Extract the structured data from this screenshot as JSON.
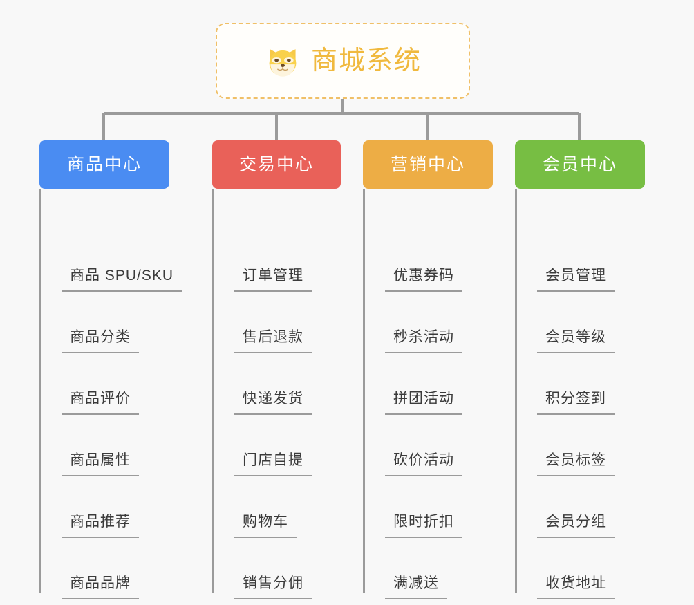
{
  "root": {
    "icon": "shiba-dog-face-icon",
    "title": "商城系统",
    "border_color": "#f0c068",
    "title_color": "#f0b93e"
  },
  "canvas": {
    "background": "#f8f8f8",
    "connector_color": "#9b9b9b"
  },
  "branches": [
    {
      "label": "商品中心",
      "color": "#4a8cf2",
      "items": [
        "商品 SPU/SKU",
        "商品分类",
        "商品评价",
        "商品属性",
        "商品推荐",
        "商品品牌"
      ]
    },
    {
      "label": "交易中心",
      "color": "#e96159",
      "items": [
        "订单管理",
        "售后退款",
        "快递发货",
        "门店自提",
        "购物车",
        "销售分佣"
      ]
    },
    {
      "label": "营销中心",
      "color": "#edad45",
      "items": [
        "优惠券码",
        "秒杀活动",
        "拼团活动",
        "砍价活动",
        "限时折扣",
        "满减送"
      ]
    },
    {
      "label": "会员中心",
      "color": "#77be43",
      "items": [
        "会员管理",
        "会员等级",
        "积分签到",
        "会员标签",
        "会员分组",
        "收货地址"
      ]
    }
  ]
}
